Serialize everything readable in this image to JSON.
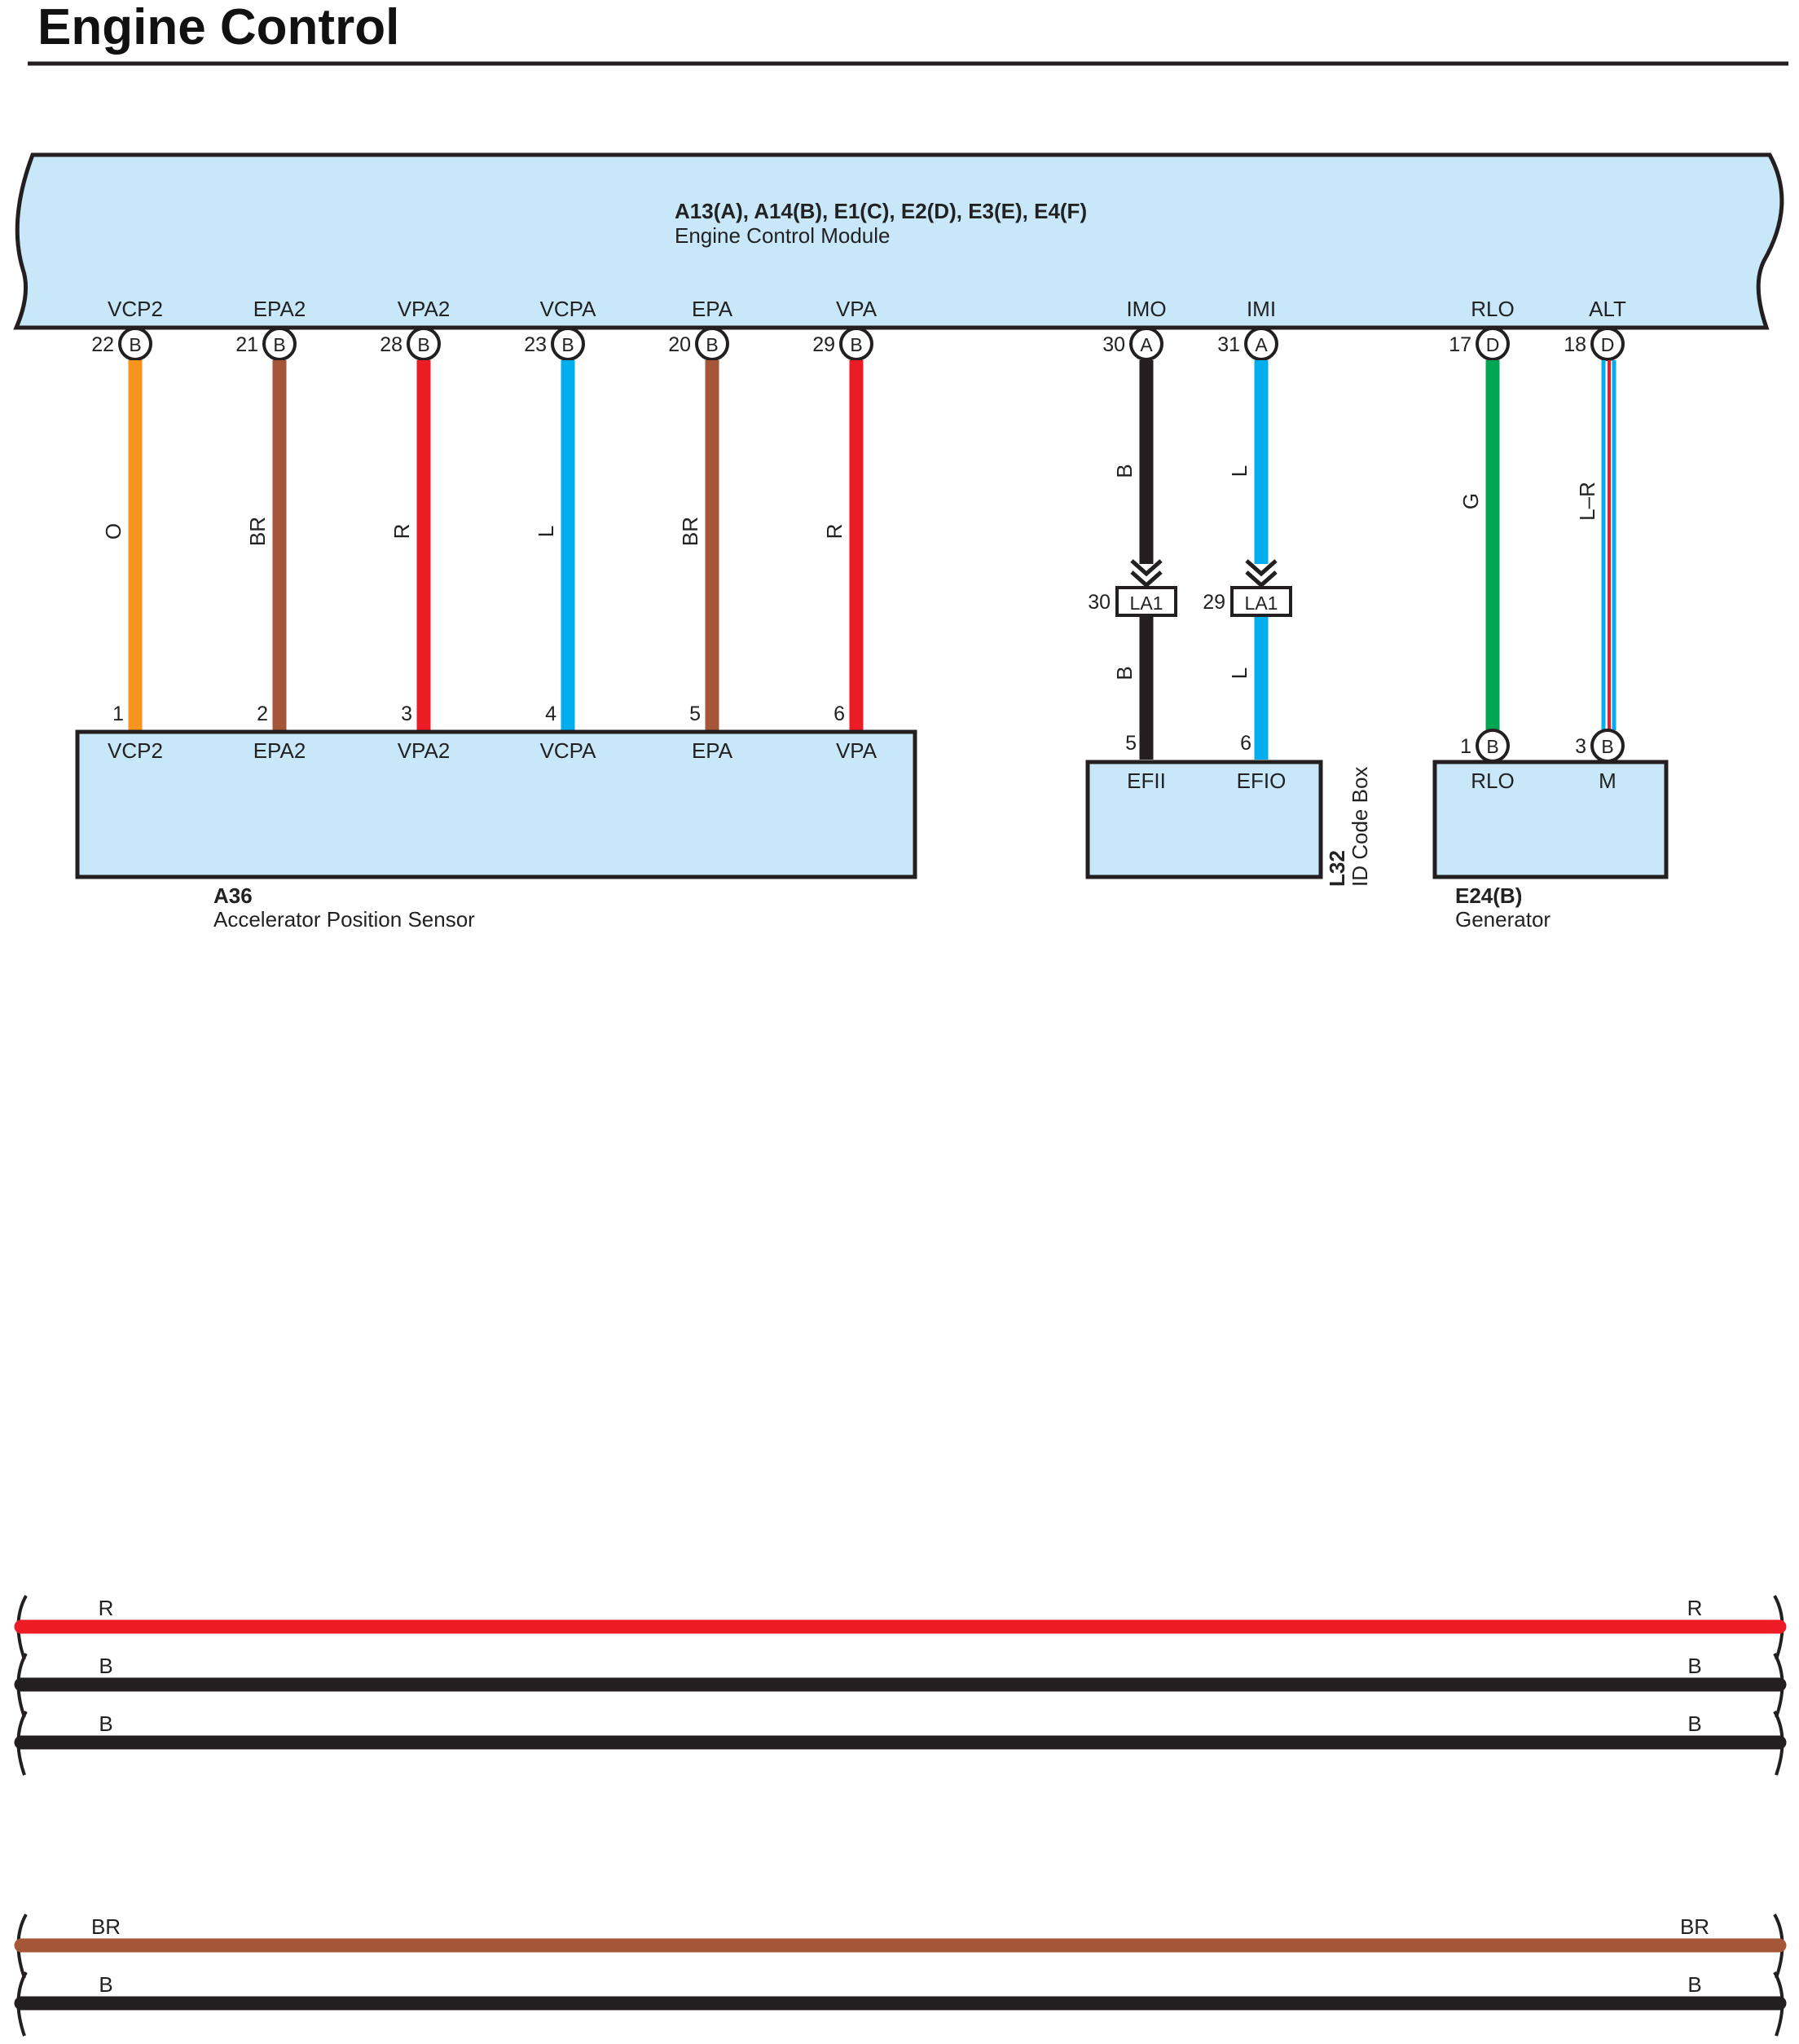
{
  "title": "Engine Control",
  "colors": {
    "component_fill": "#c8e8fa",
    "O": "#f7941d",
    "BR": "#a65638",
    "R": "#ed1c24",
    "L": "#00aeef",
    "B": "#231f20",
    "G": "#00a651"
  },
  "ecm": {
    "code": "A13(A), A14(B), E1(C), E2(D), E3(E), E4(F)",
    "name": "Engine Control Module",
    "terminals": [
      {
        "label": "VCP2",
        "pin": "22",
        "conn": "B",
        "wire": "O"
      },
      {
        "label": "EPA2",
        "pin": "21",
        "conn": "B",
        "wire": "BR"
      },
      {
        "label": "VPA2",
        "pin": "28",
        "conn": "B",
        "wire": "R"
      },
      {
        "label": "VCPA",
        "pin": "23",
        "conn": "B",
        "wire": "L"
      },
      {
        "label": "EPA",
        "pin": "20",
        "conn": "B",
        "wire": "BR"
      },
      {
        "label": "VPA",
        "pin": "29",
        "conn": "B",
        "wire": "R"
      },
      {
        "label": "IMO",
        "pin": "30",
        "conn": "A",
        "wire": "B"
      },
      {
        "label": "IMI",
        "pin": "31",
        "conn": "A",
        "wire": "L"
      },
      {
        "label": "RLO",
        "pin": "17",
        "conn": "D",
        "wire": "G"
      },
      {
        "label": "ALT",
        "pin": "18",
        "conn": "D",
        "wire": "L–R"
      }
    ]
  },
  "sensor": {
    "code": "A36",
    "name": "Accelerator Position Sensor",
    "terminals": [
      {
        "label": "VCP2",
        "pin": "1"
      },
      {
        "label": "EPA2",
        "pin": "2"
      },
      {
        "label": "VPA2",
        "pin": "3"
      },
      {
        "label": "VCPA",
        "pin": "4"
      },
      {
        "label": "EPA",
        "pin": "5"
      },
      {
        "label": "VPA",
        "pin": "6"
      }
    ]
  },
  "id_box": {
    "code": "L32",
    "name": "ID Code Box",
    "junction": "LA1",
    "junction_pins": [
      "30",
      "29"
    ],
    "lower_wires": [
      "B",
      "L"
    ],
    "terminals": [
      {
        "label": "EFII",
        "pin": "5"
      },
      {
        "label": "EFIO",
        "pin": "6"
      }
    ]
  },
  "generator": {
    "code": "E24(B)",
    "name": "Generator",
    "terminals": [
      {
        "label": "RLO",
        "pin": "1",
        "conn": "B"
      },
      {
        "label": "M",
        "pin": "3",
        "conn": "B"
      }
    ]
  },
  "bus_group_1": [
    {
      "left": "R",
      "right": "R",
      "color": "R"
    },
    {
      "left": "B",
      "right": "B",
      "color": "B"
    },
    {
      "left": "B",
      "right": "B",
      "color": "B"
    }
  ],
  "bus_group_2": [
    {
      "left": "BR",
      "right": "BR",
      "color": "BR"
    },
    {
      "left": "B",
      "right": "B",
      "color": "B"
    }
  ]
}
